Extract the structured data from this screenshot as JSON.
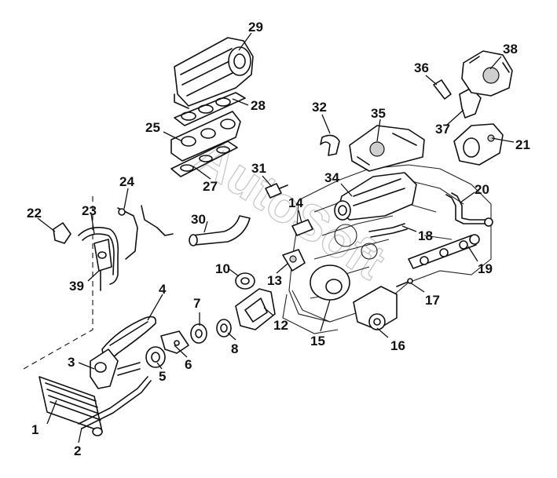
{
  "watermark": {
    "text": "AutoSoft",
    "color": "#9a9a9a"
  },
  "callouts": [
    "1",
    "2",
    "3",
    "4",
    "5",
    "6",
    "7",
    "8",
    "10",
    "12",
    "13",
    "14",
    "15",
    "16",
    "17",
    "18",
    "19",
    "20",
    "21",
    "22",
    "23",
    "24",
    "25",
    "27",
    "28",
    "29",
    "30",
    "31",
    "32",
    "34",
    "35",
    "36",
    "37",
    "38",
    "39"
  ],
  "colors": {
    "line": "#111111",
    "background": "#ffffff"
  }
}
